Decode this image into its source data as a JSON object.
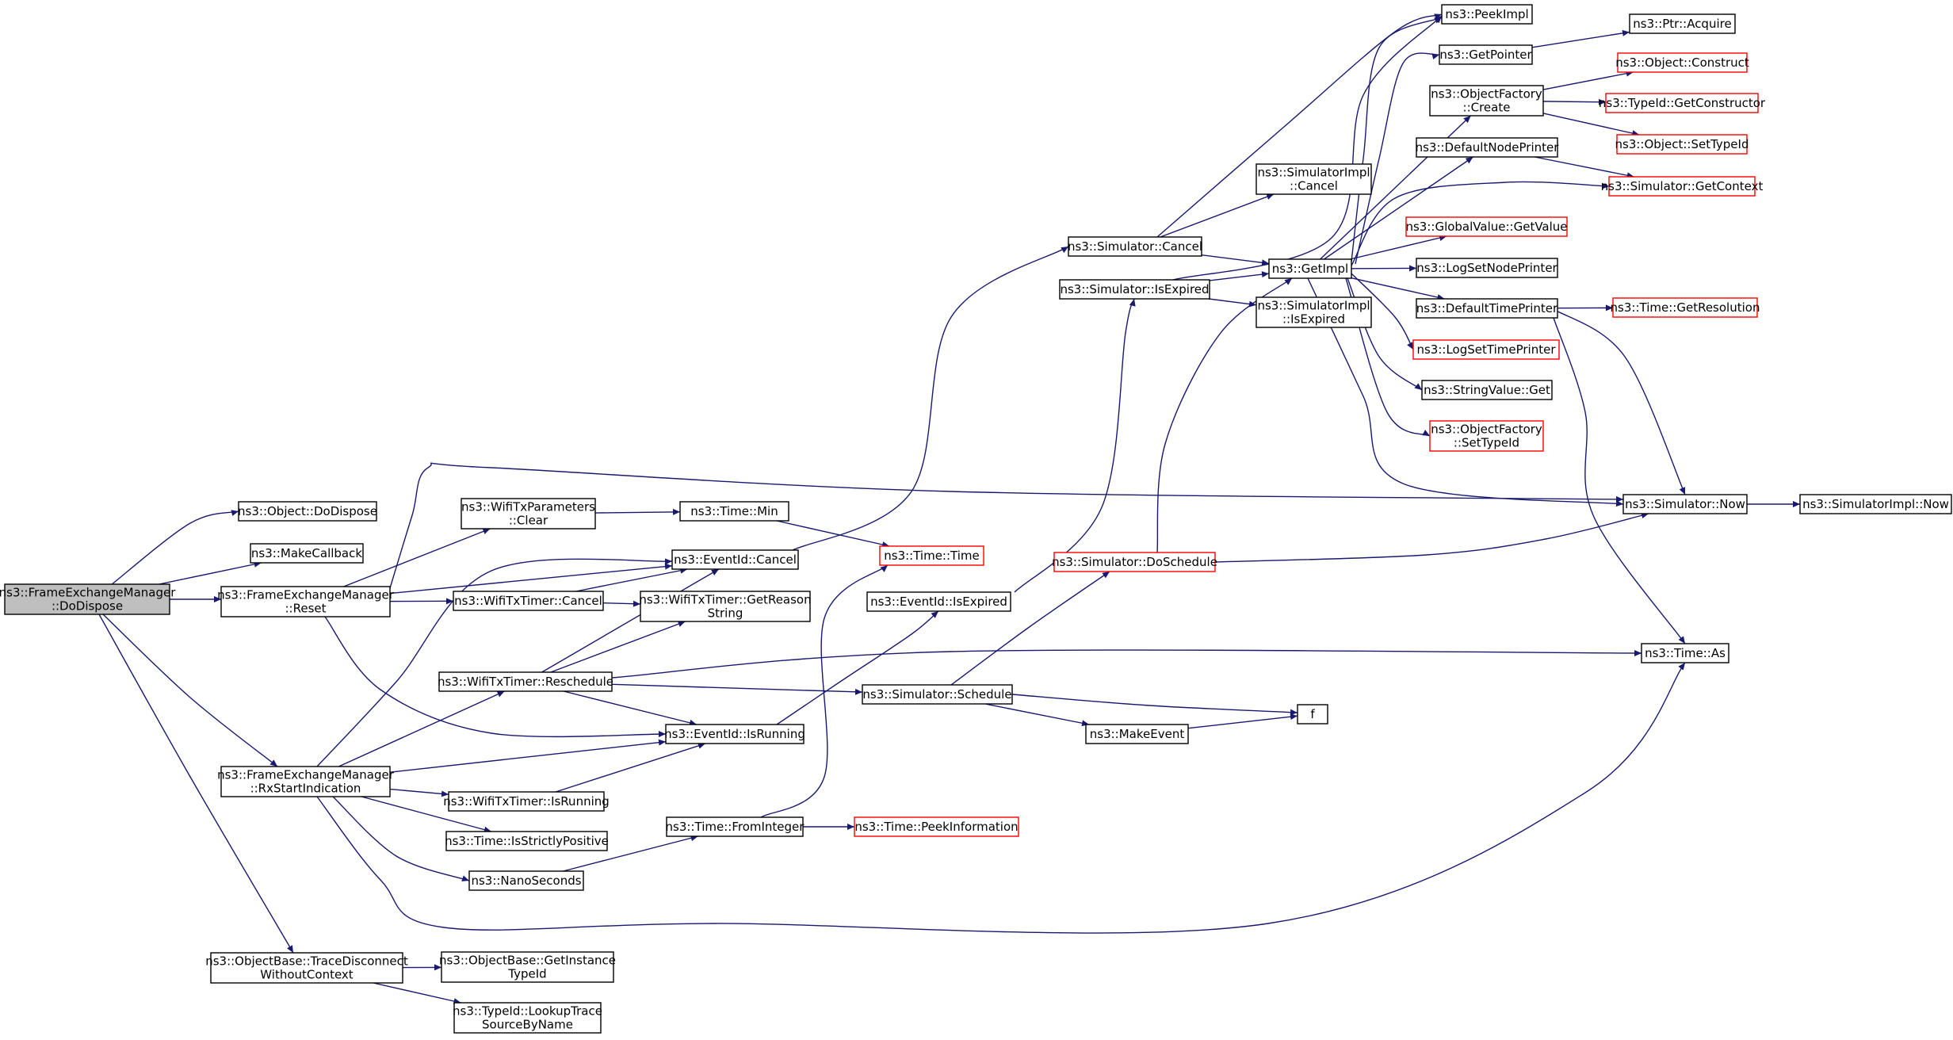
{
  "colors": {
    "edge": "#191970",
    "node_border": "#000000",
    "truncated_border": "#ff0000",
    "root_fill": "#bfbfbf",
    "node_fill": "#ffffff"
  },
  "nodes": [
    {
      "id": "root",
      "lines": [
        "ns3::FrameExchangeManager",
        "::DoDispose"
      ],
      "style": "root"
    },
    {
      "id": "objdispose",
      "lines": [
        "ns3::Object::DoDispose"
      ]
    },
    {
      "id": "makecb",
      "lines": [
        "ns3::MakeCallback"
      ]
    },
    {
      "id": "fem_reset",
      "lines": [
        "ns3::FrameExchangeManager",
        "::Reset"
      ]
    },
    {
      "id": "fem_rxstart",
      "lines": [
        "ns3::FrameExchangeManager",
        "::RxStartIndication"
      ]
    },
    {
      "id": "tracedisc",
      "lines": [
        "ns3::ObjectBase::TraceDisconnect",
        "WithoutContext"
      ]
    },
    {
      "id": "wtp_clear",
      "lines": [
        "ns3::WifiTxParameters",
        "::Clear"
      ]
    },
    {
      "id": "evt_cancel",
      "lines": [
        "ns3::EventId::Cancel"
      ]
    },
    {
      "id": "wtt_cancel",
      "lines": [
        "ns3::WifiTxTimer::Cancel"
      ]
    },
    {
      "id": "evt_isrunning",
      "lines": [
        "ns3::EventId::IsRunning"
      ]
    },
    {
      "id": "wtt_resched",
      "lines": [
        "ns3::WifiTxTimer::Reschedule"
      ]
    },
    {
      "id": "wtt_isrunning",
      "lines": [
        "ns3::WifiTxTimer::IsRunning"
      ]
    },
    {
      "id": "time_strict",
      "lines": [
        "ns3::Time::IsStrictlyPositive"
      ]
    },
    {
      "id": "nanosec",
      "lines": [
        "ns3::NanoSeconds"
      ]
    },
    {
      "id": "ob_getinst",
      "lines": [
        "ns3::ObjectBase::GetInstance",
        "TypeId"
      ]
    },
    {
      "id": "tid_lookup",
      "lines": [
        "ns3::TypeId::LookupTrace",
        "SourceByName"
      ]
    },
    {
      "id": "time_min",
      "lines": [
        "ns3::Time::Min"
      ]
    },
    {
      "id": "time_time",
      "lines": [
        "ns3::Time::Time"
      ],
      "style": "truncated"
    },
    {
      "id": "wtt_getreason",
      "lines": [
        "ns3::WifiTxTimer::GetReason",
        "String"
      ]
    },
    {
      "id": "evt_isexpired",
      "lines": [
        "ns3::EventId::IsExpired"
      ]
    },
    {
      "id": "time_fromint",
      "lines": [
        "ns3::Time::FromInteger"
      ]
    },
    {
      "id": "time_peekinfo",
      "lines": [
        "ns3::Time::PeekInformation"
      ],
      "style": "truncated"
    },
    {
      "id": "sim_cancel",
      "lines": [
        "ns3::Simulator::Cancel"
      ]
    },
    {
      "id": "sim_isexpired",
      "lines": [
        "ns3::Simulator::IsExpired"
      ]
    },
    {
      "id": "sim_dosched",
      "lines": [
        "ns3::Simulator::DoSchedule"
      ],
      "style": "truncated"
    },
    {
      "id": "sim_sched",
      "lines": [
        "ns3::Simulator::Schedule"
      ]
    },
    {
      "id": "makeevent",
      "lines": [
        "ns3::MakeEvent"
      ]
    },
    {
      "id": "simimpl_cancel",
      "lines": [
        "ns3::SimulatorImpl",
        "::Cancel"
      ]
    },
    {
      "id": "simimpl_isexp",
      "lines": [
        "ns3::SimulatorImpl",
        "::IsExpired"
      ]
    },
    {
      "id": "getimpl",
      "lines": [
        "ns3::GetImpl"
      ]
    },
    {
      "id": "f",
      "lines": [
        "f"
      ]
    },
    {
      "id": "peekimpl",
      "lines": [
        "ns3::PeekImpl"
      ]
    },
    {
      "id": "getpointer",
      "lines": [
        "ns3::GetPointer"
      ]
    },
    {
      "id": "of_create",
      "lines": [
        "ns3::ObjectFactory",
        "::Create"
      ]
    },
    {
      "id": "defnodeprinter",
      "lines": [
        "ns3::DefaultNodePrinter"
      ]
    },
    {
      "id": "gv_getvalue",
      "lines": [
        "ns3::GlobalValue::GetValue"
      ],
      "style": "truncated"
    },
    {
      "id": "logsetnode",
      "lines": [
        "ns3::LogSetNodePrinter"
      ]
    },
    {
      "id": "deftimeprinter",
      "lines": [
        "ns3::DefaultTimePrinter"
      ]
    },
    {
      "id": "logsettime",
      "lines": [
        "ns3::LogSetTimePrinter"
      ],
      "style": "truncated"
    },
    {
      "id": "strval_get",
      "lines": [
        "ns3::StringValue::Get"
      ]
    },
    {
      "id": "of_settypeid",
      "lines": [
        "ns3::ObjectFactory",
        "::SetTypeId"
      ],
      "style": "truncated"
    },
    {
      "id": "sim_now",
      "lines": [
        "ns3::Simulator::Now"
      ]
    },
    {
      "id": "time_as",
      "lines": [
        "ns3::Time::As"
      ]
    },
    {
      "id": "ptr_acquire",
      "lines": [
        "ns3::Ptr::Acquire"
      ]
    },
    {
      "id": "obj_construct",
      "lines": [
        "ns3::Object::Construct"
      ],
      "style": "truncated"
    },
    {
      "id": "tid_getctor",
      "lines": [
        "ns3::TypeId::GetConstructor"
      ],
      "style": "truncated"
    },
    {
      "id": "obj_settypeid",
      "lines": [
        "ns3::Object::SetTypeId"
      ],
      "style": "truncated"
    },
    {
      "id": "sim_getcontext",
      "lines": [
        "ns3::Simulator::GetContext"
      ],
      "style": "truncated"
    },
    {
      "id": "time_getres",
      "lines": [
        "ns3::Time::GetResolution"
      ],
      "style": "truncated"
    },
    {
      "id": "simimpl_now",
      "lines": [
        "ns3::SimulatorImpl::Now"
      ]
    }
  ],
  "edges": [
    [
      "root",
      "objdispose"
    ],
    [
      "root",
      "makecb"
    ],
    [
      "root",
      "fem_reset"
    ],
    [
      "root",
      "fem_rxstart"
    ],
    [
      "root",
      "tracedisc"
    ],
    [
      "fem_reset",
      "wtp_clear"
    ],
    [
      "fem_reset",
      "evt_cancel"
    ],
    [
      "fem_reset",
      "wtt_cancel"
    ],
    [
      "fem_reset",
      "evt_isrunning"
    ],
    [
      "fem_reset",
      "sim_now"
    ],
    [
      "fem_rxstart",
      "evt_cancel"
    ],
    [
      "fem_rxstart",
      "wtt_resched"
    ],
    [
      "fem_rxstart",
      "evt_isrunning"
    ],
    [
      "fem_rxstart",
      "wtt_isrunning"
    ],
    [
      "fem_rxstart",
      "time_strict"
    ],
    [
      "fem_rxstart",
      "nanosec"
    ],
    [
      "fem_rxstart",
      "time_as"
    ],
    [
      "tracedisc",
      "ob_getinst"
    ],
    [
      "tracedisc",
      "tid_lookup"
    ],
    [
      "wtp_clear",
      "time_min"
    ],
    [
      "time_min",
      "time_time"
    ],
    [
      "evt_cancel",
      "sim_cancel"
    ],
    [
      "wtt_cancel",
      "evt_cancel"
    ],
    [
      "wtt_cancel",
      "wtt_getreason"
    ],
    [
      "wtt_resched",
      "evt_cancel"
    ],
    [
      "wtt_resched",
      "wtt_getreason"
    ],
    [
      "wtt_resched",
      "evt_isrunning"
    ],
    [
      "wtt_resched",
      "sim_sched"
    ],
    [
      "wtt_resched",
      "time_as"
    ],
    [
      "wtt_isrunning",
      "evt_isrunning"
    ],
    [
      "evt_isrunning",
      "evt_isexpired"
    ],
    [
      "evt_isexpired",
      "sim_isexpired"
    ],
    [
      "nanosec",
      "time_fromint"
    ],
    [
      "time_fromint",
      "time_time"
    ],
    [
      "time_fromint",
      "time_peekinfo"
    ],
    [
      "sim_cancel",
      "peekimpl"
    ],
    [
      "sim_cancel",
      "simimpl_cancel"
    ],
    [
      "sim_cancel",
      "getimpl"
    ],
    [
      "sim_isexpired",
      "peekimpl"
    ],
    [
      "sim_isexpired",
      "getimpl"
    ],
    [
      "sim_isexpired",
      "simimpl_isexp"
    ],
    [
      "sim_dosched",
      "getimpl"
    ],
    [
      "sim_dosched",
      "sim_now"
    ],
    [
      "sim_sched",
      "sim_dosched"
    ],
    [
      "sim_sched",
      "makeevent"
    ],
    [
      "sim_sched",
      "f"
    ],
    [
      "makeevent",
      "f"
    ],
    [
      "getimpl",
      "peekimpl"
    ],
    [
      "getimpl",
      "getpointer"
    ],
    [
      "getimpl",
      "of_create"
    ],
    [
      "getimpl",
      "defnodeprinter"
    ],
    [
      "getimpl",
      "gv_getvalue"
    ],
    [
      "getimpl",
      "logsetnode"
    ],
    [
      "getimpl",
      "deftimeprinter"
    ],
    [
      "getimpl",
      "logsettime"
    ],
    [
      "getimpl",
      "strval_get"
    ],
    [
      "getimpl",
      "of_settypeid"
    ],
    [
      "getimpl",
      "sim_getcontext"
    ],
    [
      "getimpl",
      "sim_now"
    ],
    [
      "getpointer",
      "ptr_acquire"
    ],
    [
      "of_create",
      "obj_construct"
    ],
    [
      "of_create",
      "tid_getctor"
    ],
    [
      "of_create",
      "obj_settypeid"
    ],
    [
      "defnodeprinter",
      "sim_getcontext"
    ],
    [
      "deftimeprinter",
      "time_getres"
    ],
    [
      "deftimeprinter",
      "sim_now"
    ],
    [
      "deftimeprinter",
      "time_as"
    ],
    [
      "sim_now",
      "simimpl_now"
    ]
  ]
}
